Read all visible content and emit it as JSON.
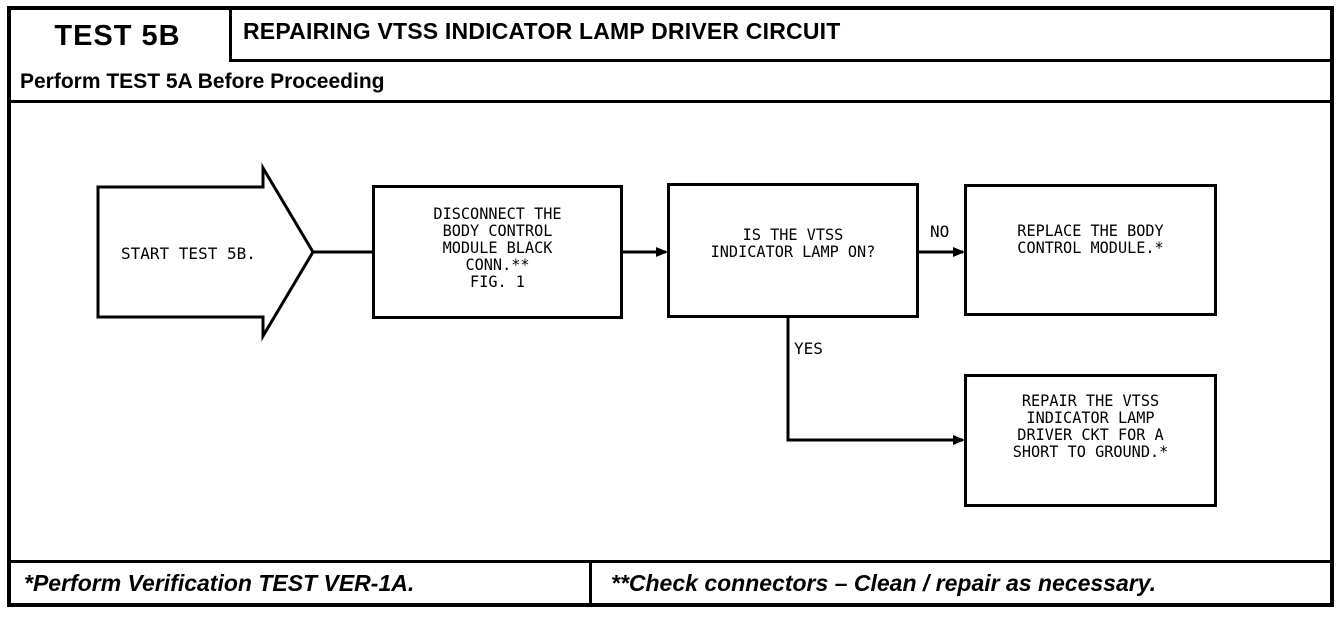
{
  "header": {
    "test_id": "TEST 5B",
    "title": "REPAIRING VTSS INDICATOR LAMP DRIVER CIRCUIT",
    "prerequisite": "Perform TEST 5A Before Proceeding"
  },
  "flowchart": {
    "start": "START TEST 5B.",
    "step1": "DISCONNECT THE\nBODY CONTROL\nMODULE BLACK\nCONN.**\nFIG. 1",
    "decision": "IS THE VTSS\nINDICATOR LAMP ON?",
    "no_label": "NO",
    "yes_label": "YES",
    "no_action": "REPLACE THE BODY\nCONTROL MODULE.*",
    "yes_action": "REPAIR THE VTSS\nINDICATOR LAMP\nDRIVER CKT FOR A\nSHORT TO GROUND.*"
  },
  "footer": {
    "note_single": "*Perform Verification TEST VER-1A.",
    "note_double": "**Check connectors – Clean / repair as necessary."
  }
}
